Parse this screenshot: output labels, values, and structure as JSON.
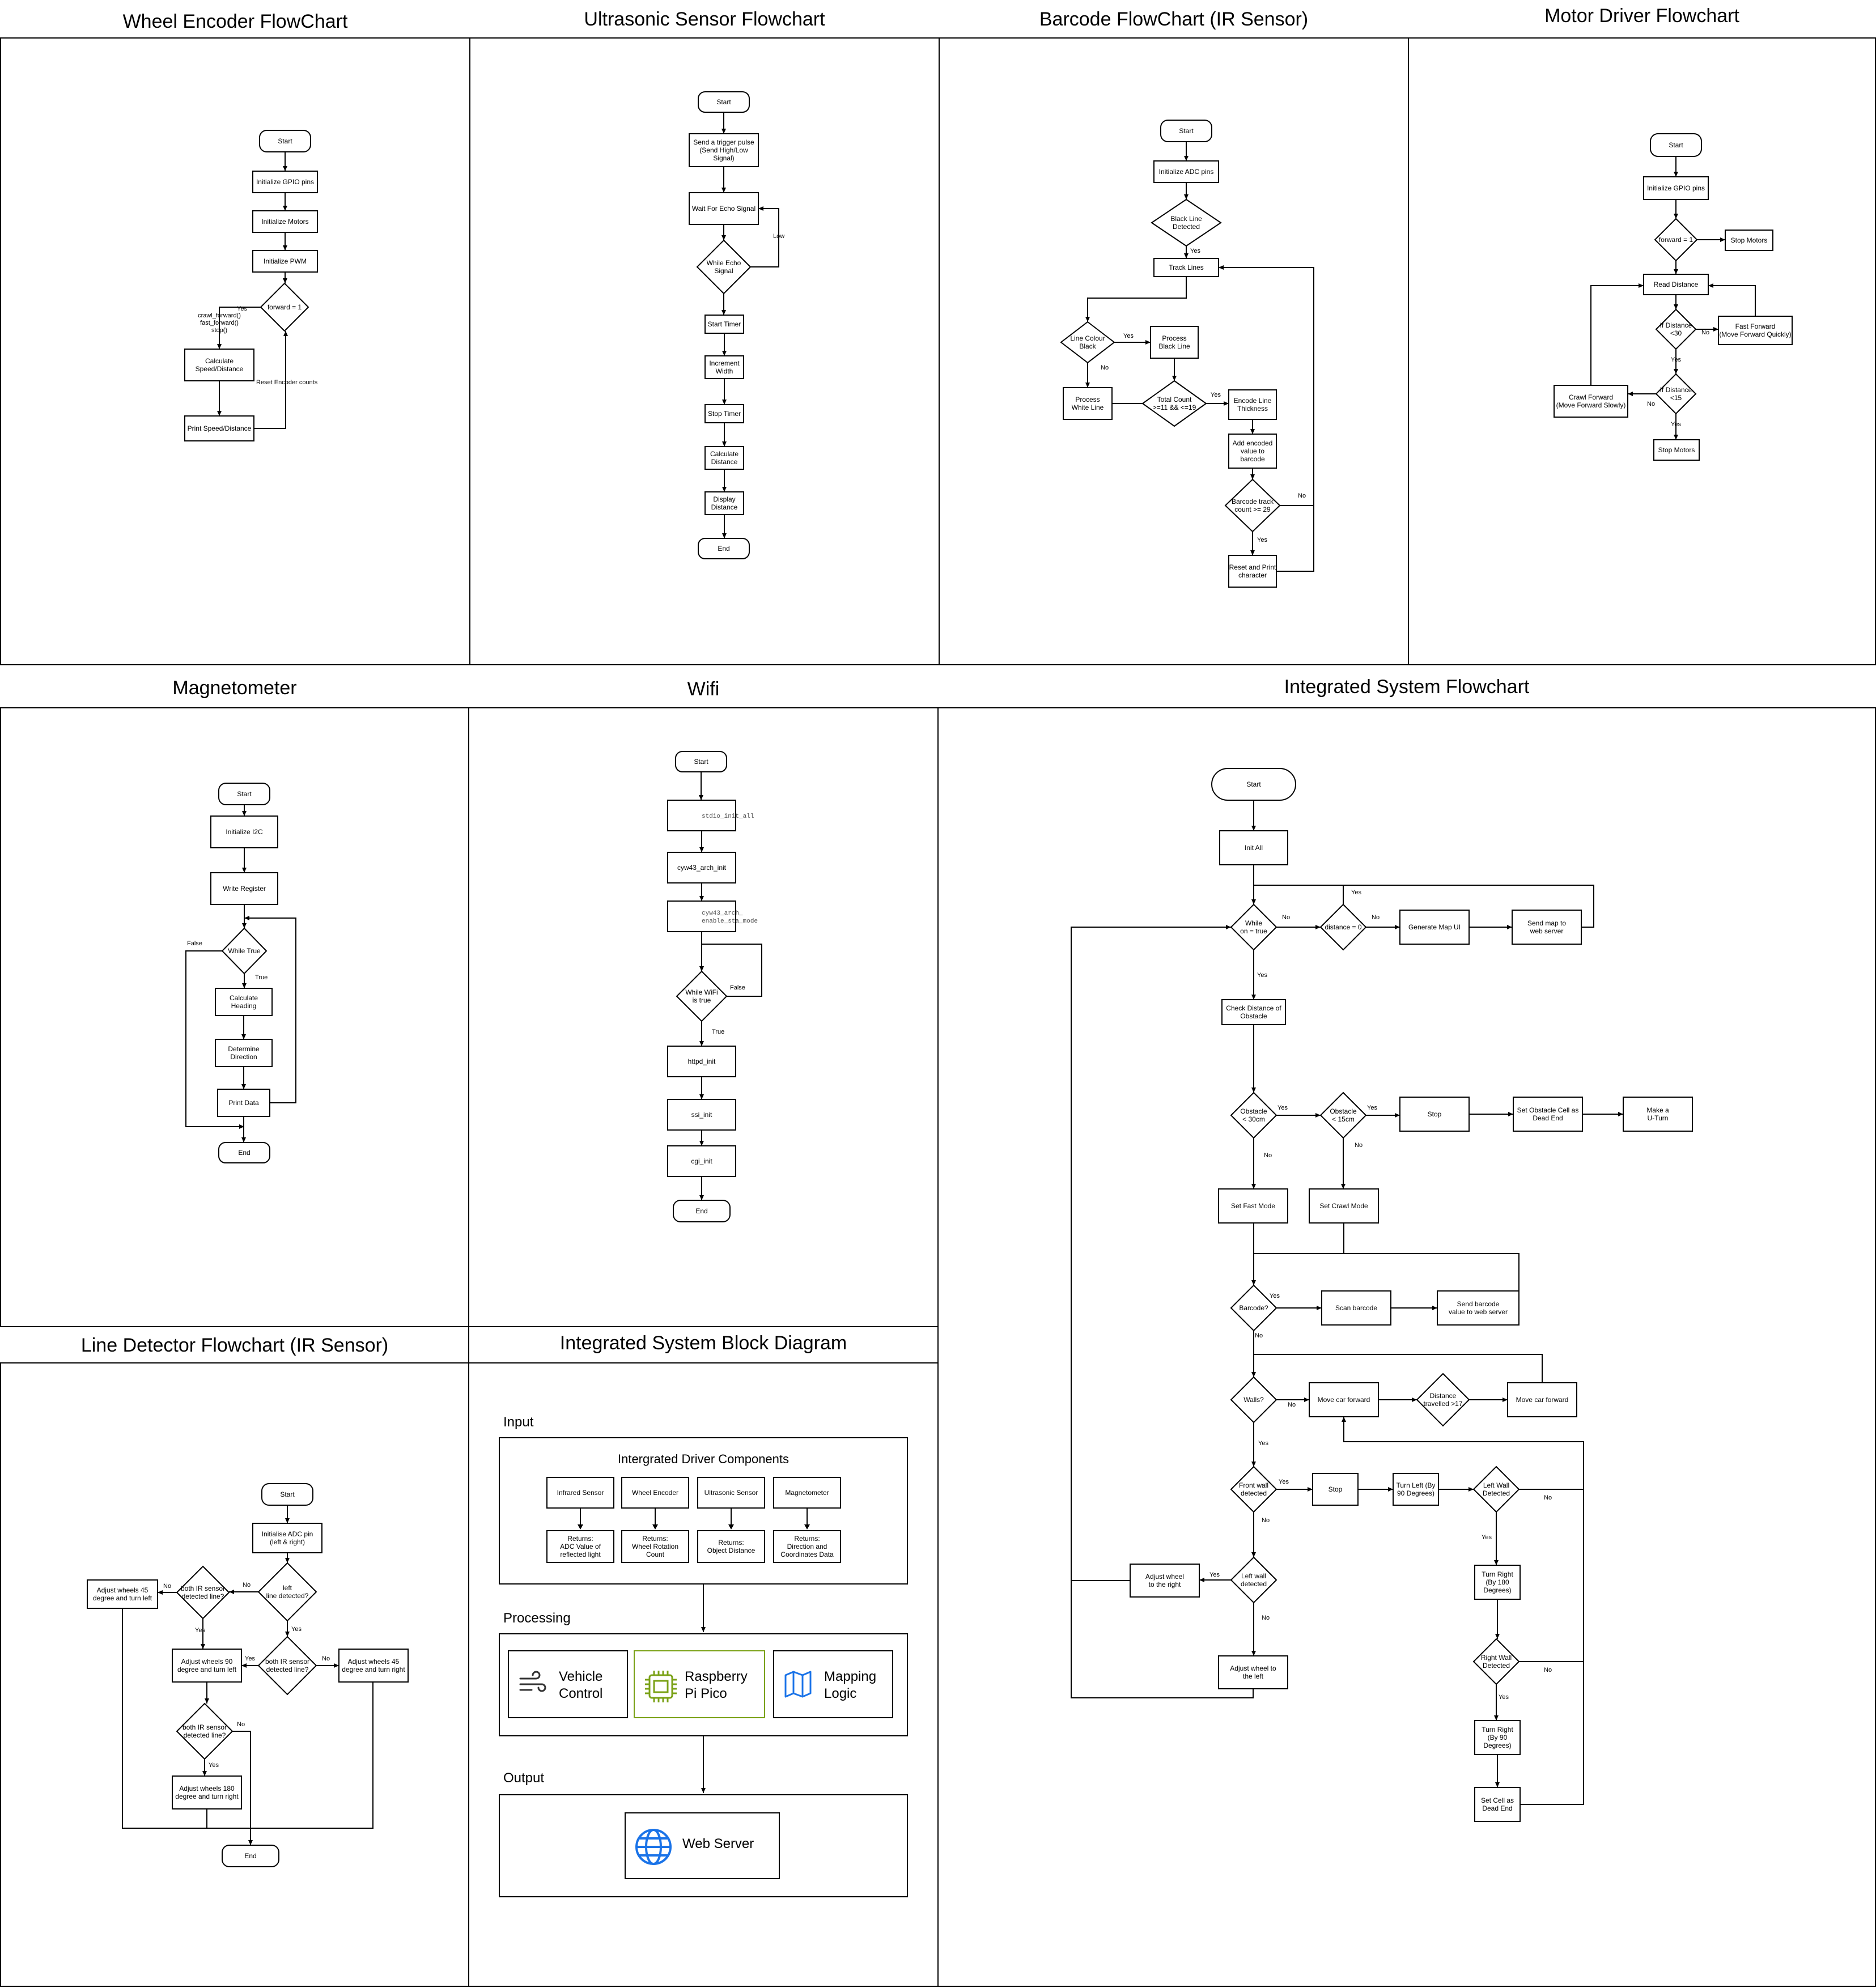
{
  "panel_titles": {
    "wheel": "Wheel Encoder FlowChart",
    "ultra": "Ultrasonic Sensor Flowchart",
    "barcode": "Barcode FlowChart (IR Sensor)",
    "motor": "Motor Driver Flowchart",
    "magnet": "Magnetometer",
    "wifi": "Wifi",
    "integrated": "Integrated System Flowchart",
    "line": "Line Detector Flowchart (IR Sensor)",
    "block": "Integrated System Block Diagram"
  },
  "wheel": {
    "start": "Start",
    "gpio": "Initialize GPIO pins",
    "motors": "Initialize Motors",
    "pwm": "Initialize PWM",
    "cond": "forward = 1",
    "yes": "Yes",
    "actions": [
      "crawl_forward()",
      "fast_forward()",
      "stop()"
    ],
    "calc": [
      "Calculate",
      "Speed/Distance"
    ],
    "print": "Print Speed/Distance",
    "reset": "Reset Encoder counts"
  },
  "ultra": {
    "start": "Start",
    "trigger": [
      "Send a trigger pulse",
      "(Send High/Low",
      "Signal)"
    ],
    "wait": "Wait For Echo Signal",
    "while": [
      "While Echo",
      "Signal"
    ],
    "low": "Low",
    "start_timer": "Start Timer",
    "inc": [
      "Increment",
      "Width"
    ],
    "stop_timer": "Stop Timer",
    "calc": [
      "Calculate",
      "Distance"
    ],
    "display": [
      "Display",
      "Distance"
    ],
    "end": "End"
  },
  "barcode": {
    "start": "Start",
    "adc": "Initialize ADC pins",
    "black": [
      "Black Line",
      "Detected"
    ],
    "yes": "Yes",
    "track": "Track Lines",
    "colour": [
      "Line Colour",
      "Black"
    ],
    "process_black": [
      "Process",
      "Black Line"
    ],
    "no": "No",
    "process_white": [
      "Process",
      "White Line"
    ],
    "count": [
      "Total Count",
      ">=11 && <=19"
    ],
    "encode": [
      "Encode Line",
      "Thickness"
    ],
    "add": [
      "Add encoded",
      "value to",
      "barcode"
    ],
    "track_count": [
      "Barcode track",
      "count >= 29"
    ],
    "reset": [
      "Reset and Print",
      "character"
    ]
  },
  "motor": {
    "start": "Start",
    "gpio": "Initialize GPIO pins",
    "cond": "forward = 1",
    "stop1": "Stop Motors",
    "read": "Read Distance",
    "d30": [
      "If Distance",
      "<30"
    ],
    "fast": [
      "Fast Forward",
      "(Move Forward Quickly)"
    ],
    "d15": [
      "If Distance",
      "<15"
    ],
    "crawl": [
      "Crawl Forward",
      "(Move Forward Slowly)"
    ],
    "stop2": "Stop Motors",
    "yes": "Yes",
    "no": "No"
  },
  "magnet": {
    "start": "Start",
    "i2c": "Initialize I2C",
    "write": "Write Register",
    "while": "While True",
    "false": "False",
    "true": "True",
    "heading": [
      "Calculate",
      "Heading"
    ],
    "direction": [
      "Determine",
      "Direction"
    ],
    "print": "Print Data",
    "end": "End"
  },
  "wifi": {
    "start": "Start",
    "stdio": "stdio_init_all",
    "cyw": "cyw43_arch_init",
    "sta": [
      "cyw43_arch_",
      "enable_sta_mode"
    ],
    "while": [
      "While WiFi",
      "is true"
    ],
    "false": "False",
    "true": "True",
    "httpd": "httpd_init",
    "ssi": "ssi_init",
    "cgi": "cgi_init",
    "end": "End"
  },
  "line": {
    "start": "Start",
    "init": [
      "Initialise ADC pin",
      "(left & right)"
    ],
    "left": [
      "left",
      "line detected?"
    ],
    "both1": [
      "both IR sensor",
      "detected line?"
    ],
    "adj45l": [
      "Adjust wheels 45",
      "degree and turn left"
    ],
    "adj90": [
      "Adjust wheels 90",
      "degree and turn left"
    ],
    "both2": [
      "both IR sensor",
      "detected line?"
    ],
    "adj45r": [
      "Adjust wheels 45",
      "degree and turn right"
    ],
    "both3": [
      "both IR sensor",
      "detected line?"
    ],
    "adj180": [
      "Adjust wheels 180",
      "degree and turn right"
    ],
    "end": "End",
    "yes": "Yes",
    "no": "No"
  },
  "block": {
    "input_label": "Input",
    "group_title": "Intergrated Driver Components",
    "sensors": [
      {
        "name": "Infrared Sensor",
        "returns": [
          "Returns:",
          "ADC Value of",
          "reflected light"
        ]
      },
      {
        "name": "Wheel Encoder",
        "returns": [
          "Returns:",
          "Wheel Rotation",
          "Count"
        ]
      },
      {
        "name": "Ultrasonic Sensor",
        "returns": [
          "Returns:",
          "Object Distance"
        ]
      },
      {
        "name": "Magnetometer",
        "returns": [
          "Returns:",
          "Direction and",
          "Coordinates Data"
        ]
      }
    ],
    "processing_label": "Processing",
    "modules": [
      {
        "name": [
          "Vehicle",
          "Control"
        ],
        "icon": "wind-icon"
      },
      {
        "name": [
          "Raspberry",
          "Pi Pico"
        ],
        "icon": "chip-icon"
      },
      {
        "name": [
          "Mapping",
          "Logic"
        ],
        "icon": "map-icon"
      }
    ],
    "output_label": "Output",
    "server": "Web Server",
    "server_icon": "globe-icon",
    "chip_color": "#7aa116",
    "icon_blue": "#1a73e8"
  },
  "integrated": {
    "start": "Start",
    "init": "Init All",
    "while": [
      "While",
      "on = true"
    ],
    "dist0": "distance = 0",
    "gen_map": "Generate Map UI",
    "send_map": [
      "Send map to",
      "web server"
    ],
    "check": [
      "Check Distance of",
      "Obstacle"
    ],
    "obs30": [
      "Obstacle",
      "< 30cm"
    ],
    "obs15": [
      "Obstacle",
      "< 15cm"
    ],
    "stop": "Stop",
    "dead": [
      "Set Obstacle Cell as",
      "Dead End"
    ],
    "uturn": [
      "Make a",
      "U-Turn"
    ],
    "fast": "Set Fast Mode",
    "crawl": "Set Crawl Mode",
    "barcode": "Barcode?",
    "scan": "Scan barcode",
    "send_barcode": [
      "Send barcode",
      "value to web server"
    ],
    "walls": "Walls?",
    "move1": "Move car forward",
    "travelled": [
      "Distance",
      "travelled >17"
    ],
    "move2": "Move car forward",
    "front": [
      "Front wall",
      "detected"
    ],
    "stop2": "Stop",
    "turn_left": [
      "Turn Left (By",
      "90 Degrees)"
    ],
    "left_wall": [
      "Left Wall",
      "Detected"
    ],
    "left_wall2": [
      "Left wall",
      "detected"
    ],
    "adj_right": [
      "Adjust wheel",
      "to the right"
    ],
    "adj_left": [
      "Adjust wheel to",
      "the left"
    ],
    "turn180": [
      "Turn Right",
      "(By 180",
      "Degrees)"
    ],
    "right_wall": [
      "Right Wall",
      "Detected"
    ],
    "turn90": [
      "Turn Right",
      "(By 90",
      "Degrees)"
    ],
    "set_dead": [
      "Set Cell as",
      "Dead End"
    ],
    "yes": "Yes",
    "no": "No"
  }
}
